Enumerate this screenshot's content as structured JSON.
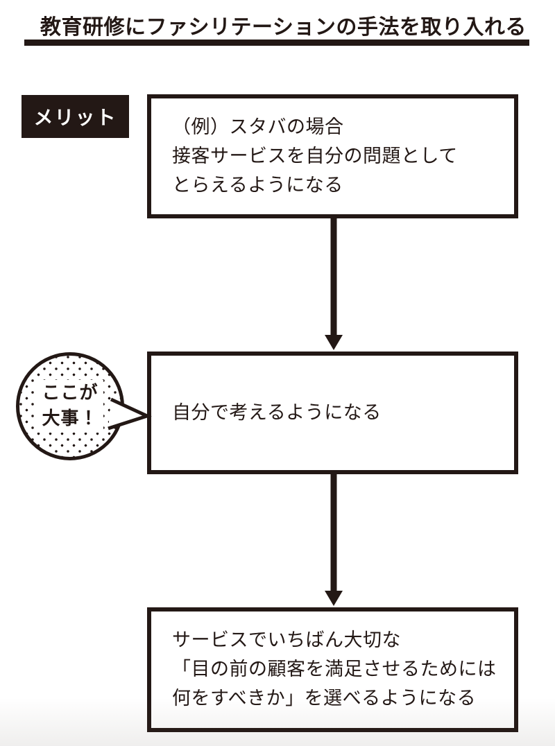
{
  "colors": {
    "ink": "#231815",
    "paper": "#ffffff"
  },
  "title": {
    "text": "教育研修にファシリテーションの手法を取り入れる"
  },
  "merit_label": "メリット",
  "flow": {
    "box1": {
      "lines": [
        "（例）スタバの場合",
        "接客サービスを自分の問題として",
        "とらえるようになる"
      ]
    },
    "box2": {
      "lines": [
        "自分で考えるようになる"
      ]
    },
    "box3": {
      "lines": [
        "サービスでいちばん大切な",
        "「目の前の顧客を満足させるためには",
        "何をすべきか」を選べるようになる"
      ]
    }
  },
  "callout": {
    "lines": [
      "ここが",
      "大事！"
    ]
  }
}
